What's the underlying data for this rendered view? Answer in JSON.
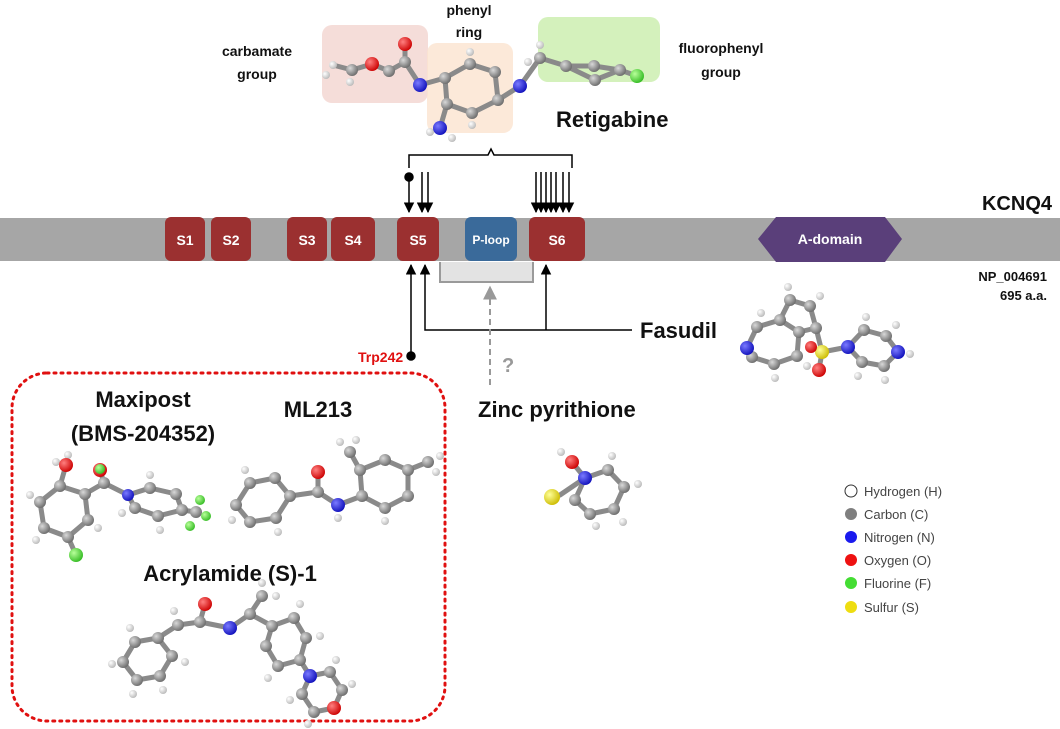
{
  "protein": {
    "name": "KCNQ4",
    "accession": "NP_004691",
    "length": "695 a.a.",
    "segments": [
      "S1",
      "S2",
      "S3",
      "S4",
      "S5",
      "P-loop",
      "S6"
    ],
    "domain": "A-domain"
  },
  "compounds": {
    "retigabine": "Retigabine",
    "fasudil": "Fasudil",
    "zinc_pyrithione": "Zinc pyrithione",
    "maxipost_line1": "Maxipost",
    "maxipost_line2": "(BMS-204352)",
    "ml213": "ML213",
    "acrylamide": "Acrylamide (S)-1"
  },
  "retigabine_groups": {
    "carbamate_line1": "carbamate",
    "carbamate_line2": "group",
    "phenyl_line1": "phenyl",
    "phenyl_line2": "ring",
    "fluorophenyl_line1": "fluorophenyl",
    "fluorophenyl_line2": "group"
  },
  "residue": "Trp242",
  "unknown_mark": "?",
  "legend": [
    {
      "label": "Hydrogen (H)",
      "color": "#ffffff"
    },
    {
      "label": "Carbon (C)",
      "color": "#7f7f7f"
    },
    {
      "label": "Nitrogen (N)",
      "color": "#1a1aee"
    },
    {
      "label": "Oxygen (O)",
      "color": "#ee1111"
    },
    {
      "label": "Fluorine (F)",
      "color": "#44dd33"
    },
    {
      "label": "Sulfur (S)",
      "color": "#eedd11"
    }
  ],
  "colors": {
    "segment": "#9b3030",
    "ploop": "#3a6a9a",
    "adomain": "#5a3f7a",
    "bar": "#a6a6a6",
    "residue": "#e01010",
    "box": "#e01010"
  }
}
